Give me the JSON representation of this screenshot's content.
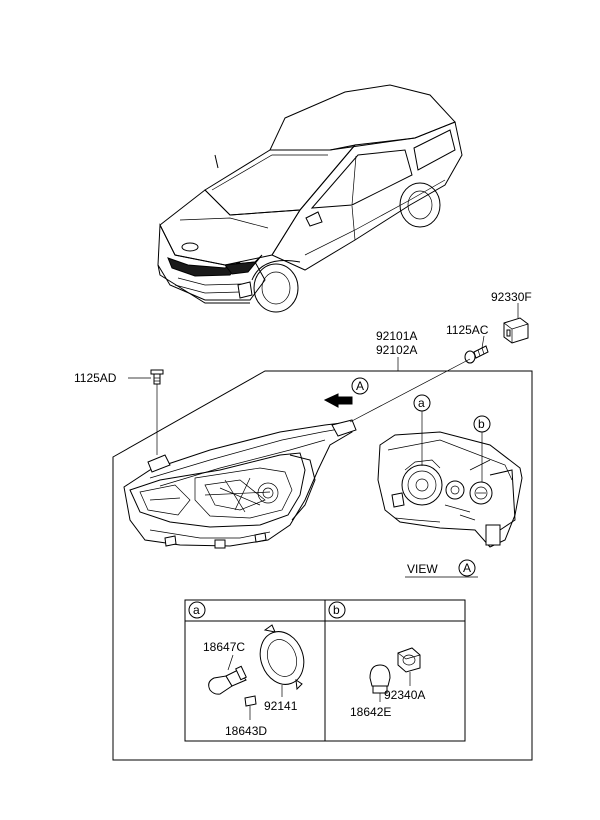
{
  "labels": {
    "p92330F": "92330F",
    "p1125AC": "1125AC",
    "p92101A": "92101A",
    "p92102A": "92102A",
    "p1125AD": "1125AD",
    "viewA": "VIEW",
    "p18647C": "18647C",
    "p92141": "92141",
    "p18643D": "18643D",
    "p18642E": "18642E",
    "p92340A": "92340A"
  },
  "callouts": {
    "a": "a",
    "b": "b",
    "A": "A"
  }
}
